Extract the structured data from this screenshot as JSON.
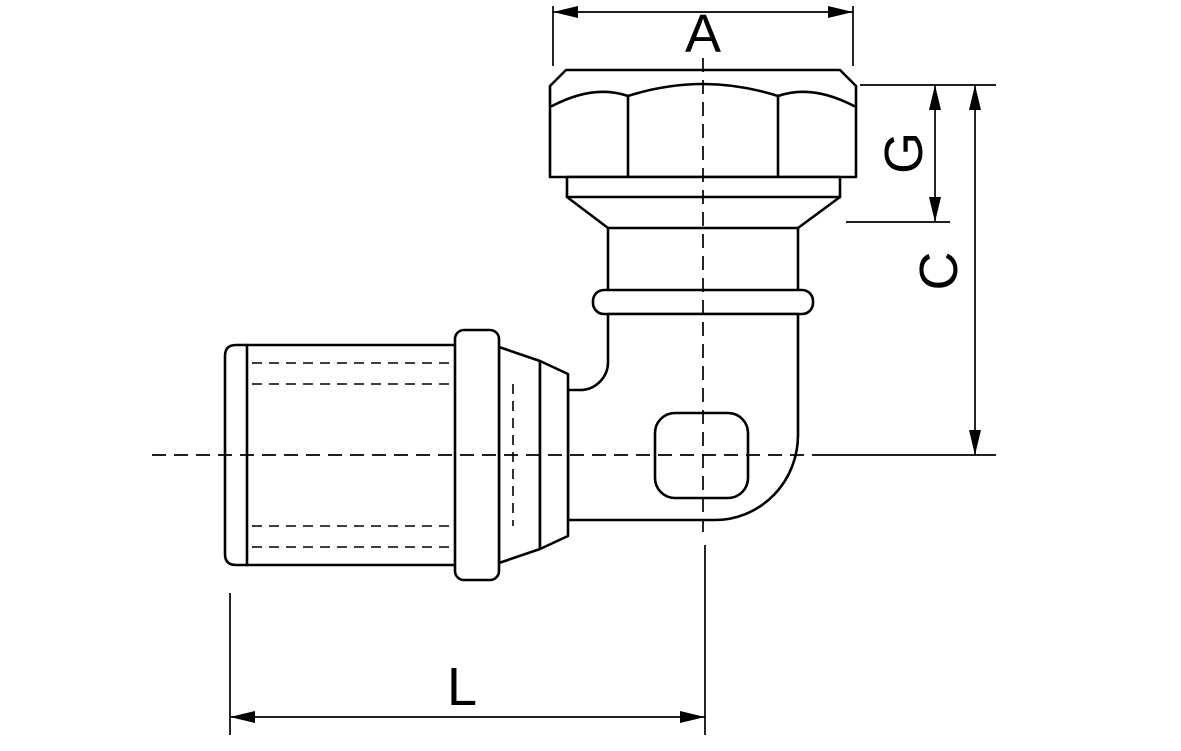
{
  "page": {
    "background_color": "#ffffff",
    "line_color": "#000000"
  },
  "dimensions": {
    "a": {
      "label": "A"
    },
    "g": {
      "label": "G"
    },
    "c": {
      "label": "C"
    },
    "l": {
      "label": "L"
    }
  }
}
